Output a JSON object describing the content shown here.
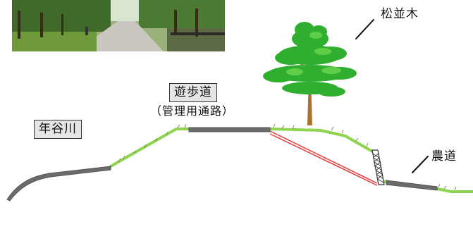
{
  "labels": {
    "river": "年谷川",
    "promenade": "遊歩道",
    "promenade_sub": "（管理用通路）",
    "pine_row": "松並木",
    "farm_road": "農道"
  },
  "colors": {
    "grass": "#8fd44f",
    "road": "#6b6b6b",
    "tree_foliage": "#2fae2f",
    "trunk": "#a9732f",
    "guard_line": "#e23a3a",
    "box_fill": "#e5e5e5"
  }
}
